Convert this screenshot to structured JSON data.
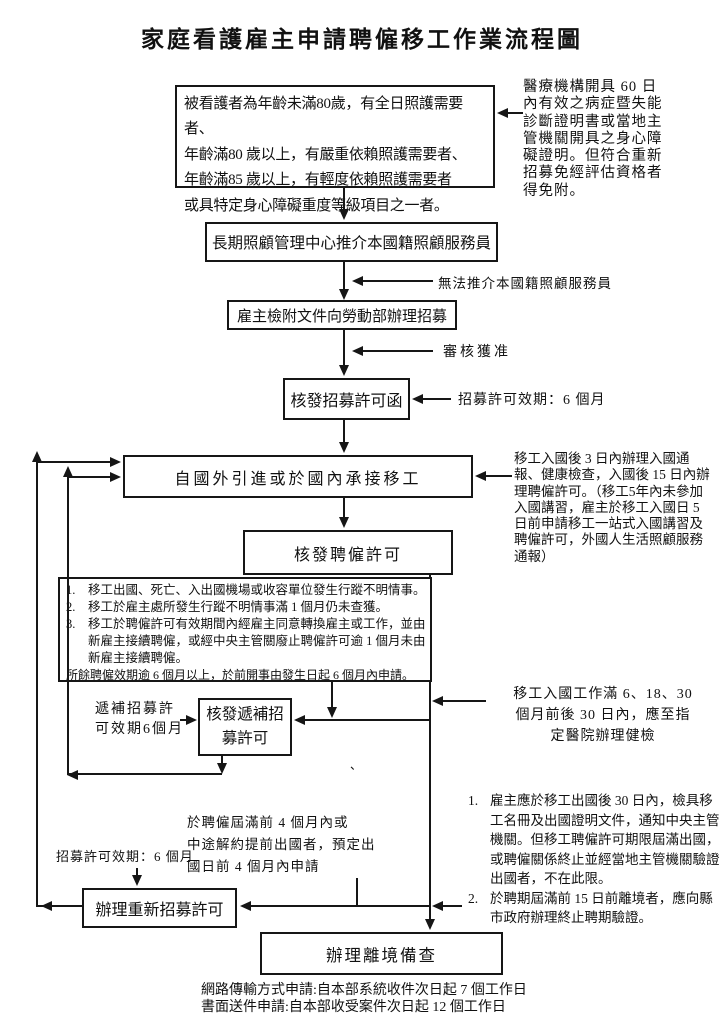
{
  "title": "家庭看護雇主申請聘僱移工作業流程圖",
  "flow": {
    "care_recipient": "被看護者為年齡未滿80歲，有全日照護需要者、\n年齡滿80 歲以上，有嚴重依賴照護需要者、\n年齡滿85 歲以上，有輕度依賴照護需要者\n或具特定身心障礙重度等級項目之一者。",
    "ltc_center": "長期照顧管理中心推介本國籍照顧服務員",
    "employer_apply": "雇主檢附文件向勞動部辦理招募",
    "recruit_permit": "核發招募許可函",
    "introduce": "自國外引進或於國內承接移工",
    "employ_permit": "核發聘僱許可",
    "replacement_permit": "核發遞補招\n募許可",
    "renew_recruit": "辦理重新招募許可",
    "departure_record": "辦理離境備查"
  },
  "edge_labels": {
    "cannot_refer": "無法推介本國籍照顧服務員",
    "approved": "審核獲准",
    "recruit_validity": "招募許可效期：6 個月",
    "replacement_validity": "遞補招募許\n可效期6個月",
    "renew_validity": "招募許可效期：6 個月",
    "four_months": "於聘僱屆滿前 4 個月內或\n中途解約提前出國者，預定出\n國日前 4 個月內申請"
  },
  "notes": {
    "medical": "醫療機構開具 60 日\n內有效之病症暨失能\n診斷證明書或當地主\n管機關開具之身心障\n礙證明。但符合重新\n招募免經評估資格者\n得免附。",
    "entry": "移工入國後 3 日內辦理入國通\n報、健康檢查，入國後 15 日內辦\n理聘僱許可。（移工5年內未參加\n入國講習，雇主於移工入國日 5\n日前申請移工一站式入國講習及\n聘僱許可，外國人生活照顧服務\n通報）",
    "health_check": "移工入國工作滿 6、18、30\n個月前後 30 日內，應至指\n定醫院辦理健檢"
  },
  "replacement_conditions": {
    "items": [
      {
        "num": "1.",
        "text": "移工出國、死亡、入出國機場或收容單位發生行蹤不明情事。"
      },
      {
        "num": "2.",
        "text": "移工於雇主處所發生行蹤不明情事滿 1 個月仍未查獲。"
      },
      {
        "num": "3.",
        "text": "移工於聘僱許可有效期間內經雇主同意轉換雇主或工作，並由新雇主接續聘僱，或經中央主管關廢止聘僱許可逾 1 個月未由新雇主接續聘僱。"
      }
    ],
    "footer": "所餘聘僱效期逾 6 個月以上，於前開事由發生日起 6 個月內申請。"
  },
  "departure_notes": {
    "items": [
      {
        "num": "1.",
        "text": "雇主應於移工出國後 30 日內，檢具移工名冊及出國證明文件，通知中央主管機關。但移工聘僱許可期限屆滿出國，或聘僱關係終止並經當地主管機關驗證出國者，不在此限。"
      },
      {
        "num": "2.",
        "text": "於聘期屆滿前 15 日前離境者，應向縣市政府辦理終止聘期驗證。"
      }
    ]
  },
  "footer": {
    "line1": "網路傳輸方式申請:自本部系統收件次日起 7 個工作日",
    "line2": "書面送件申請:自本部收受案件次日起 12 個工作日"
  },
  "misc": {
    "stray_mark": "、"
  }
}
